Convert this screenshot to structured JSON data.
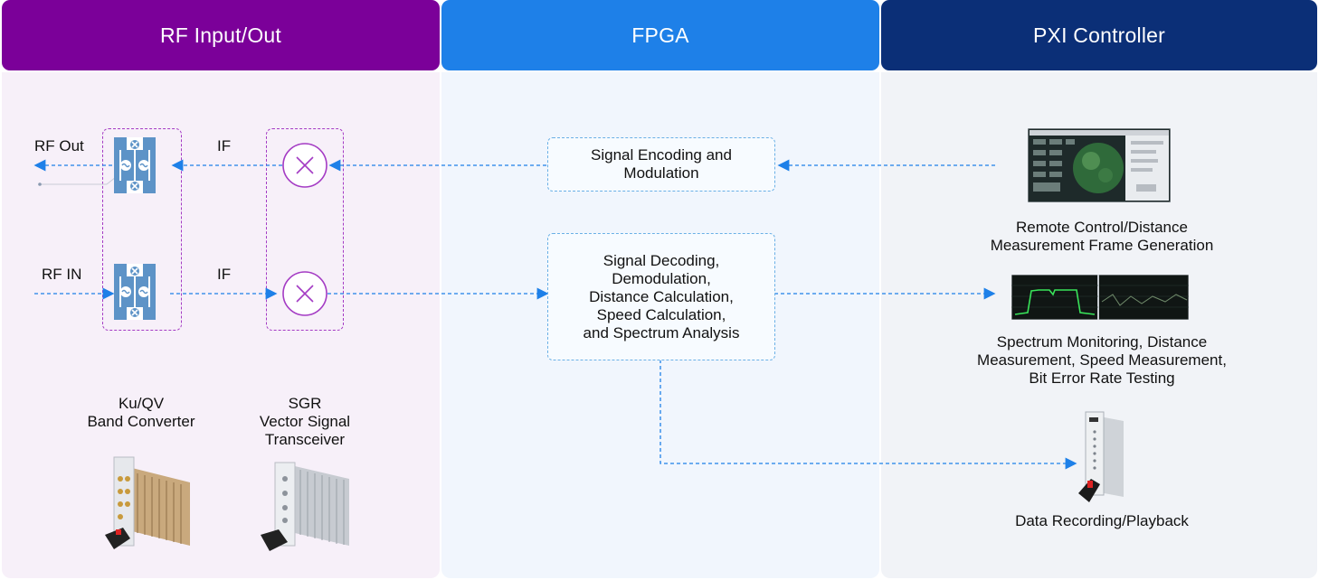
{
  "columns": [
    {
      "title": "RF Input/Out",
      "color": "#7b0099"
    },
    {
      "title": "FPGA",
      "color": "#1e80e8"
    },
    {
      "title": "PXI Controller",
      "color": "#0b2f77"
    }
  ],
  "rf": {
    "rf_out": "RF Out",
    "rf_in": "RF IN",
    "if_top": "IF",
    "if_bottom": "IF",
    "converter_label": [
      "Ku/QV",
      "Band Converter"
    ],
    "transceiver_label": [
      "SGR",
      "Vector Signal",
      "Transceiver"
    ]
  },
  "fpga": {
    "encode": [
      "Signal Encoding and",
      "Modulation"
    ],
    "decode": [
      "Signal Decoding,",
      "Demodulation,",
      "Distance Calculation,",
      "Speed Calculation,",
      "and Spectrum Analysis"
    ]
  },
  "pxi": {
    "remote": [
      "Remote Control/Distance",
      "Measurement Frame Generation"
    ],
    "spectrum": [
      "Spectrum Monitoring, Distance",
      "Measurement, Speed Measurement,",
      "Bit Error Rate Testing"
    ],
    "record": [
      "Data Recording/Playback"
    ]
  },
  "colors": {
    "arrow": "#1e80e8",
    "dashed_box": "#6ab0e6",
    "purple_box": "#a43bc4"
  }
}
